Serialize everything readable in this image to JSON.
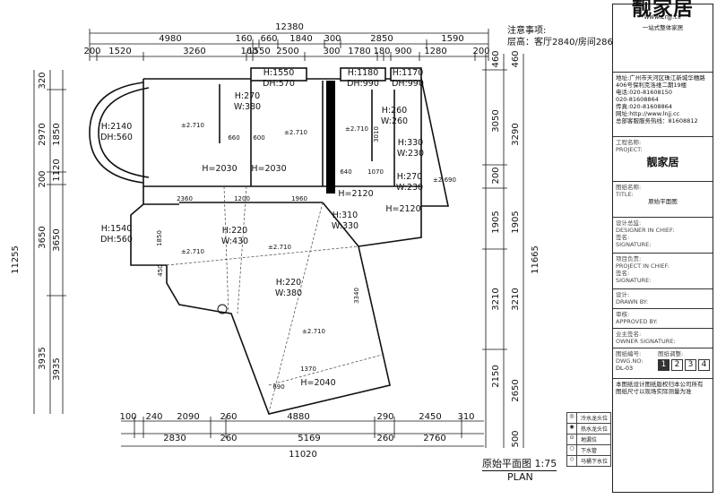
{
  "notes": {
    "heading": "注意事项:",
    "line1": "层高：客厅2840/房间2860"
  },
  "overall": {
    "top": "12380",
    "bottom": "11020",
    "left": "11255",
    "right": "11665"
  },
  "dims_top_row1": [
    "4980",
    "160",
    "660",
    "1840",
    "300",
    "2850",
    "1590"
  ],
  "dims_top_row2": [
    "200",
    "1520",
    "3260",
    "160",
    "1550",
    "2500",
    "300",
    "1780",
    "180",
    "900",
    "1280",
    "200"
  ],
  "dims_bottom_row1": [
    "100",
    "240",
    "2090",
    "260",
    "4880",
    "290",
    "2450",
    "310"
  ],
  "dims_bottom_row2": [
    "2830",
    "260",
    "5169",
    "260",
    "2760"
  ],
  "dims_left_outer": [
    "320",
    "2970",
    "200",
    "3650",
    "3935"
  ],
  "dims_left_inner": [
    "1850",
    "1120",
    "3650",
    "3935"
  ],
  "dims_right_inner": [
    "460",
    "3050",
    "200",
    "1905",
    "3210",
    "2150"
  ],
  "dims_right_outer": [
    "460",
    "3290",
    "1905",
    "3210",
    "2650",
    "500"
  ],
  "rooms": [
    {
      "text": "H:2140",
      "sub": "DH:560"
    },
    {
      "text": "H:270",
      "sub": "W:380"
    },
    {
      "text": "H:1550",
      "sub": "DH:570"
    },
    {
      "text": "H:1180",
      "sub": "DH:990"
    },
    {
      "text": "H:1170",
      "sub": "DH:990"
    },
    {
      "text": "H:260",
      "sub": "W:260"
    },
    {
      "text": "H:330",
      "sub": "W:230"
    },
    {
      "text": "H:270",
      "sub": "W:230"
    },
    {
      "text": "H:310",
      "sub": "W:330"
    },
    {
      "text": "H:220",
      "sub": "W:430"
    },
    {
      "text": "H:220",
      "sub": "W:380"
    },
    {
      "text": "H:1540",
      "sub": "DH:560"
    }
  ],
  "door_labels": [
    "H=2030",
    "H=2030",
    "H=2120",
    "H=2120",
    "H=2040"
  ],
  "levels": [
    "±2.710",
    "±2.710",
    "±2.710",
    "±2.690",
    "±2.710",
    "±2.710",
    "±2.710",
    "±2.710"
  ],
  "inner_dims": [
    "660",
    "600",
    "2360",
    "1200",
    "1960",
    "640",
    "1070",
    "3010",
    "1850",
    "450",
    "3340",
    "1370",
    "690"
  ],
  "plan_title": "原始平面图  1:75",
  "plan_title2": "PLAN",
  "title_block": {
    "logo": "靓家居",
    "url": "www.LnJJ.cc",
    "slogan": "一站式整体家居",
    "address": "地址:广州市天河区珠江新城华穗路406号保利克洛维二期19楼",
    "tel": "电话:020-81608150",
    "tel2": "020-81608864",
    "fax": "传真:020-81608864",
    "web": "网址:http://www.lnjj.cc",
    "complaint": "总部客服服务热线：81608812",
    "project_label": "工程名称:",
    "project_en": "PROJECT:",
    "brand": "靓家居",
    "drawing_label": "图纸名称:",
    "drawing_en": "TITLE:",
    "drawing_name": "原始平面图",
    "designer_label": "设计总监:",
    "designer_en": "DESIGNER IN CHIEF:",
    "sign_label": "签名:",
    "sign_en": "SIGNATURE:",
    "pm_label": "项目负责:",
    "pm_en": "PROJECT IN CHIEF:",
    "sign2_label": "签名:",
    "sign2_en": "SIGNATURE:",
    "design_label": "设计:",
    "design_en": "DRAWN BY:",
    "check_label": "审核:",
    "check_en": "APPROVED BY:",
    "owner_label": "业主签名:",
    "owner_en": "OWNER SIGNATURE:",
    "dwgno_label": "图纸编号:",
    "dwgno_en": "DWG.NO:",
    "dwgno": "DL-03",
    "pageno_label": "图纸调整:",
    "pages": [
      "1",
      "2",
      "3",
      "4"
    ],
    "note1": "本图纸设计图纸版权归本公司所有",
    "note2": "图纸尺寸以现场实际测量为准"
  },
  "legend": [
    {
      "sym": "◎",
      "text": "冷水龙头位"
    },
    {
      "sym": "◉",
      "text": "热水龙头位"
    },
    {
      "sym": "⊙",
      "text": "地漏位"
    },
    {
      "sym": "○",
      "text": "下水管"
    },
    {
      "sym": "◇",
      "text": "马桶下水位"
    }
  ]
}
